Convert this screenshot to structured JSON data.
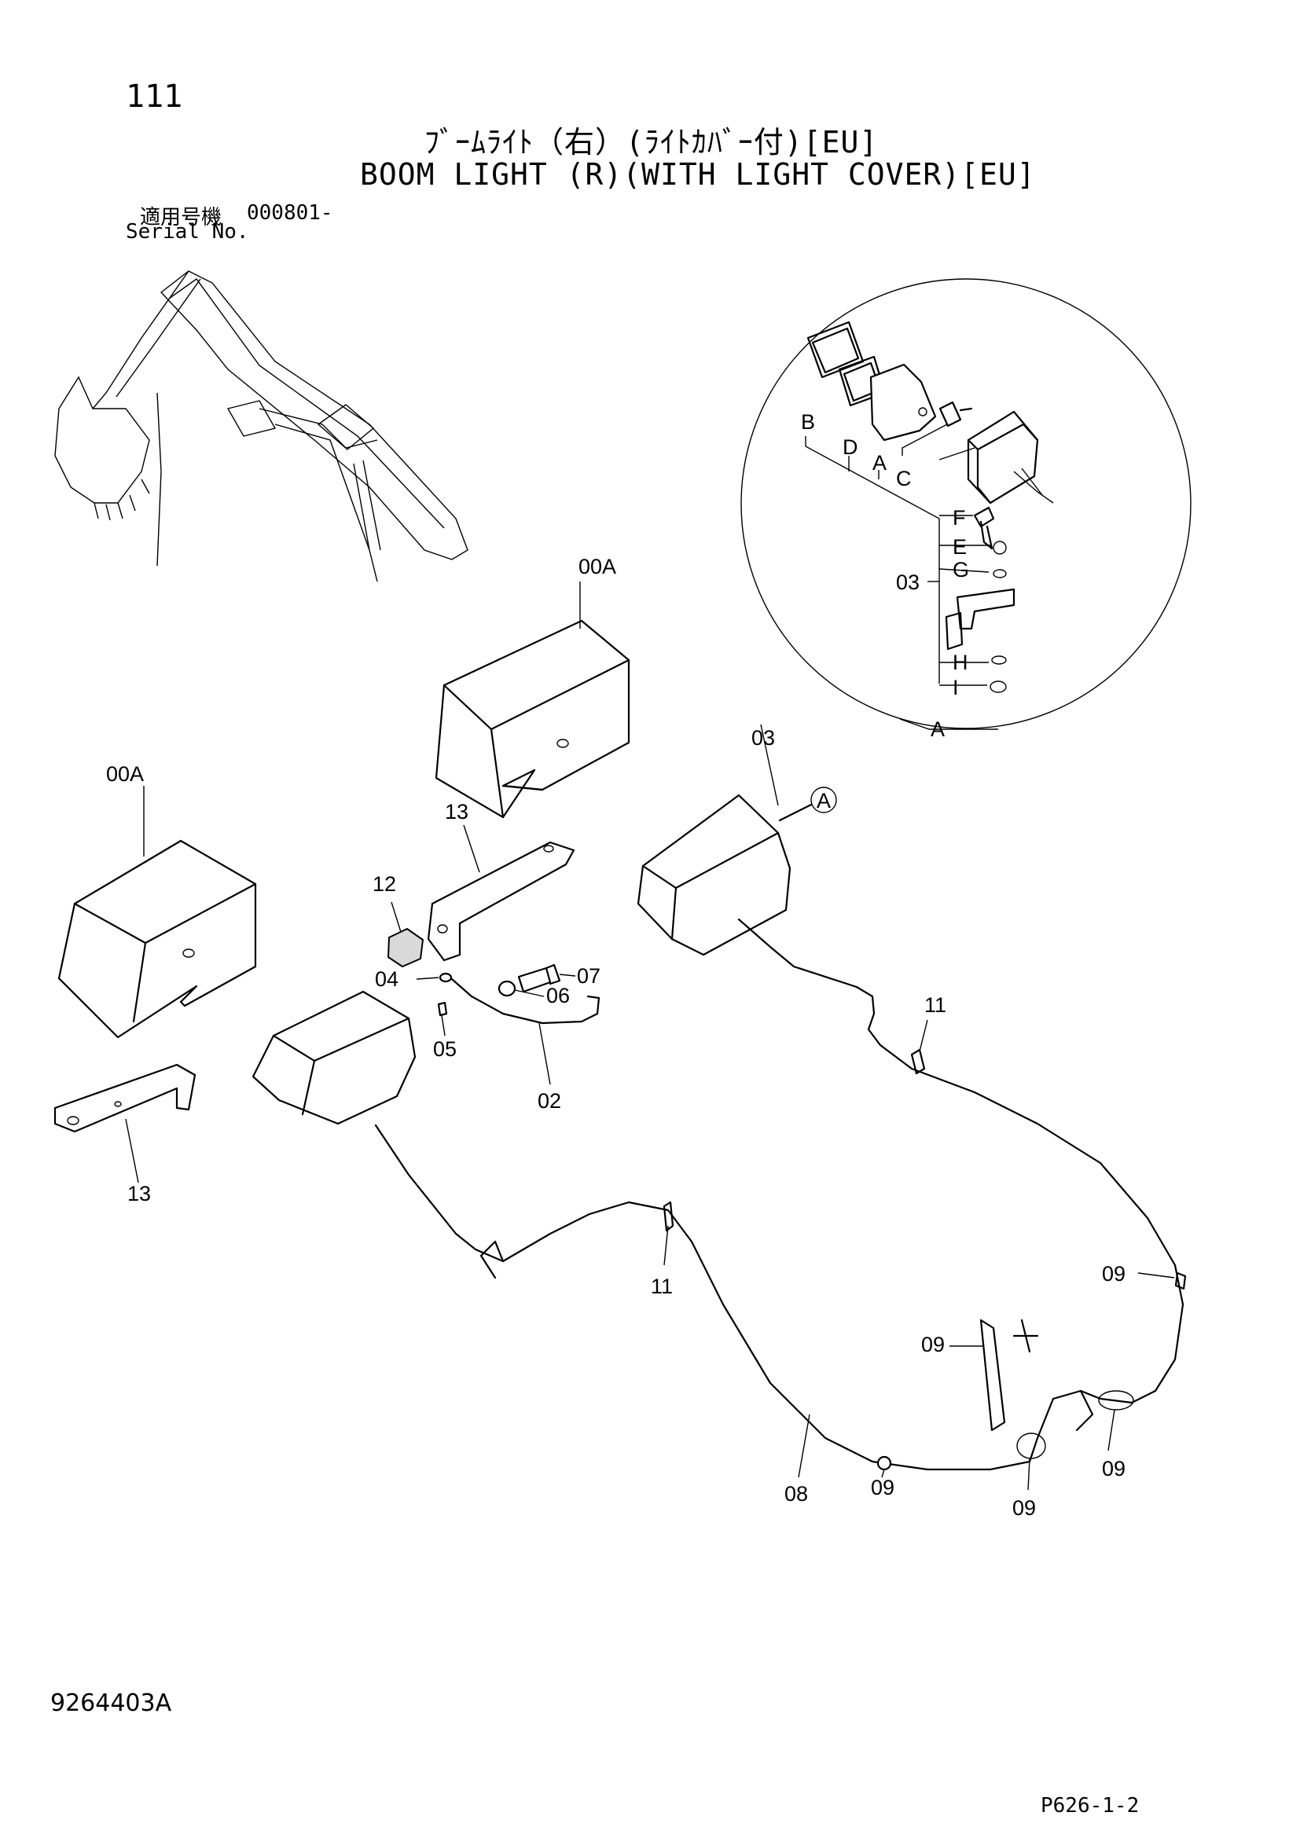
{
  "header": {
    "page_number": "111",
    "title_jp": "ﾌﾞｰﾑﾗｲﾄ（右）(ﾗｲﾄｶﾊﾞｰ付)[EU]",
    "title_en": "BOOM LIGHT (R)(WITH LIGHT COVER)[EU]",
    "serial_label_jp": "適用号機",
    "serial_value": "000801-",
    "serial_label_en": "Serial No."
  },
  "callouts": {
    "c00A_top": "00A",
    "c00A_left": "00A",
    "c03": "03",
    "cA_marker": "A",
    "c13_top": "13",
    "c13_bottom": "13",
    "c12": "12",
    "c07": "07",
    "c06": "06",
    "c04": "04",
    "c05": "05",
    "c02": "02",
    "c11_right": "11",
    "c11_left": "11",
    "c09_right": "09",
    "c09_mid": "09",
    "c09_lower_right": "09",
    "c09_lower_mid": "09",
    "c09_bottom": "09",
    "c08": "08",
    "detail": {
      "B": "B",
      "D": "D",
      "A": "A",
      "C": "C",
      "F": "F",
      "E": "E",
      "G": "G",
      "H": "H",
      "I": "I",
      "d03": "03",
      "circle_ref": "A"
    }
  },
  "footer": {
    "doc_code": "9264403A",
    "page_ref": "P626-1-2"
  }
}
